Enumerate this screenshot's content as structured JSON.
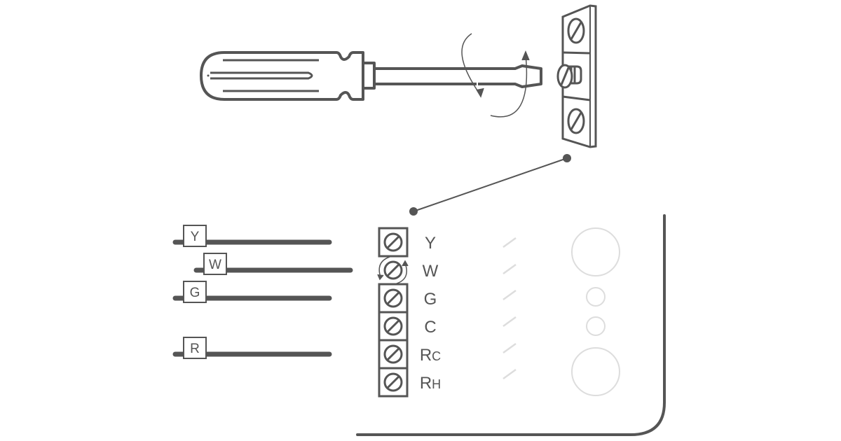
{
  "colors": {
    "line": "#555555",
    "faint": "#dddddd",
    "background": "#ffffff"
  },
  "wires": [
    {
      "label": "Y"
    },
    {
      "label": "W"
    },
    {
      "label": "G"
    },
    {
      "label": "R"
    }
  ],
  "terminals": [
    {
      "main": "Y",
      "sub": ""
    },
    {
      "main": "W",
      "sub": ""
    },
    {
      "main": "G",
      "sub": ""
    },
    {
      "main": "C",
      "sub": ""
    },
    {
      "main": "R",
      "sub": "C"
    },
    {
      "main": "R",
      "sub": "H"
    }
  ],
  "highlighted_terminal": "W",
  "icons": [
    "screwdriver-icon",
    "rotation-arrows-icon",
    "terminal-screw-plate-icon"
  ]
}
